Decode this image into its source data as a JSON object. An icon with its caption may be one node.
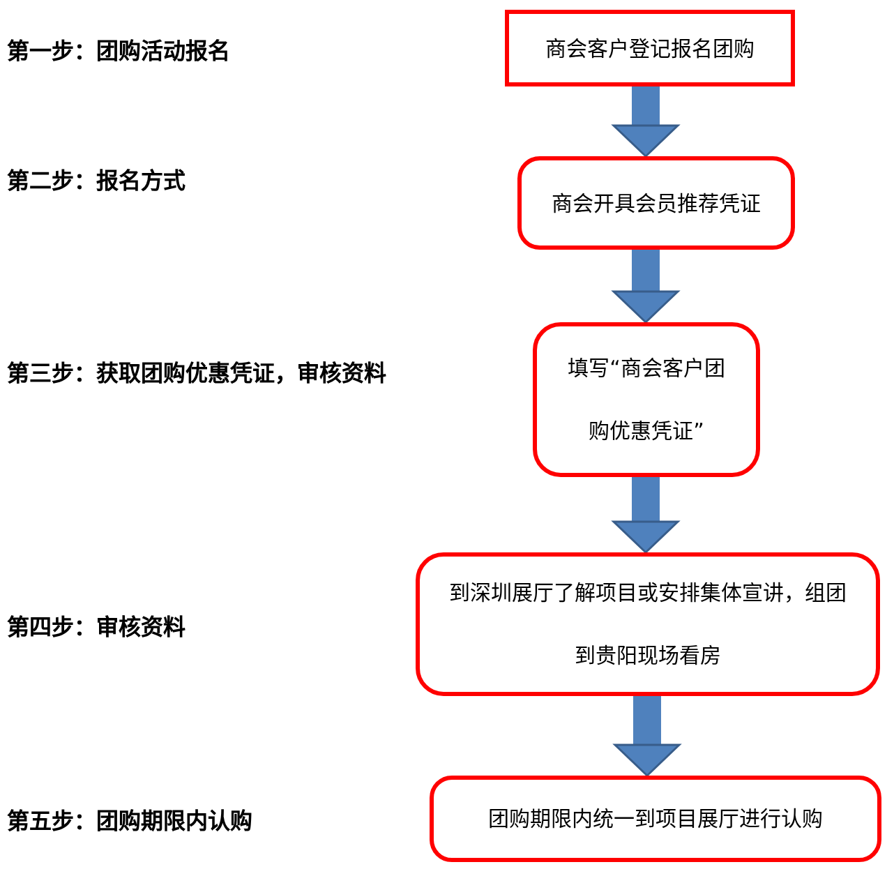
{
  "diagram": {
    "nodes": [
      {
        "text": [
          "商会客户登记报名团购"
        ]
      },
      {
        "text": [
          "商会开具会员推荐凭证"
        ]
      },
      {
        "text": [
          "填写“商会客户团购优惠凭证”"
        ]
      },
      {
        "text": [
          "到深圳展厅了解项目或安排集体宣讲，组团到贵阳现场看房"
        ]
      },
      {
        "text": [
          "团购期限内统一到项目展厅进行认购"
        ]
      }
    ],
    "edges": [
      {
        "from": 0,
        "to": 1,
        "arrow": "to"
      },
      {
        "from": 1,
        "to": 2,
        "arrow": "to"
      },
      {
        "from": 2,
        "to": 3,
        "arrow": "to"
      },
      {
        "from": 3,
        "to": 4,
        "arrow": "to"
      }
    ],
    "labels": [
      "第一步：团购活动报名",
      "第二步：报名方式",
      "第三步：获取团购优惠凭证，审核资料",
      "第四步：审核资料",
      "第五步：团购期限内认购"
    ]
  }
}
